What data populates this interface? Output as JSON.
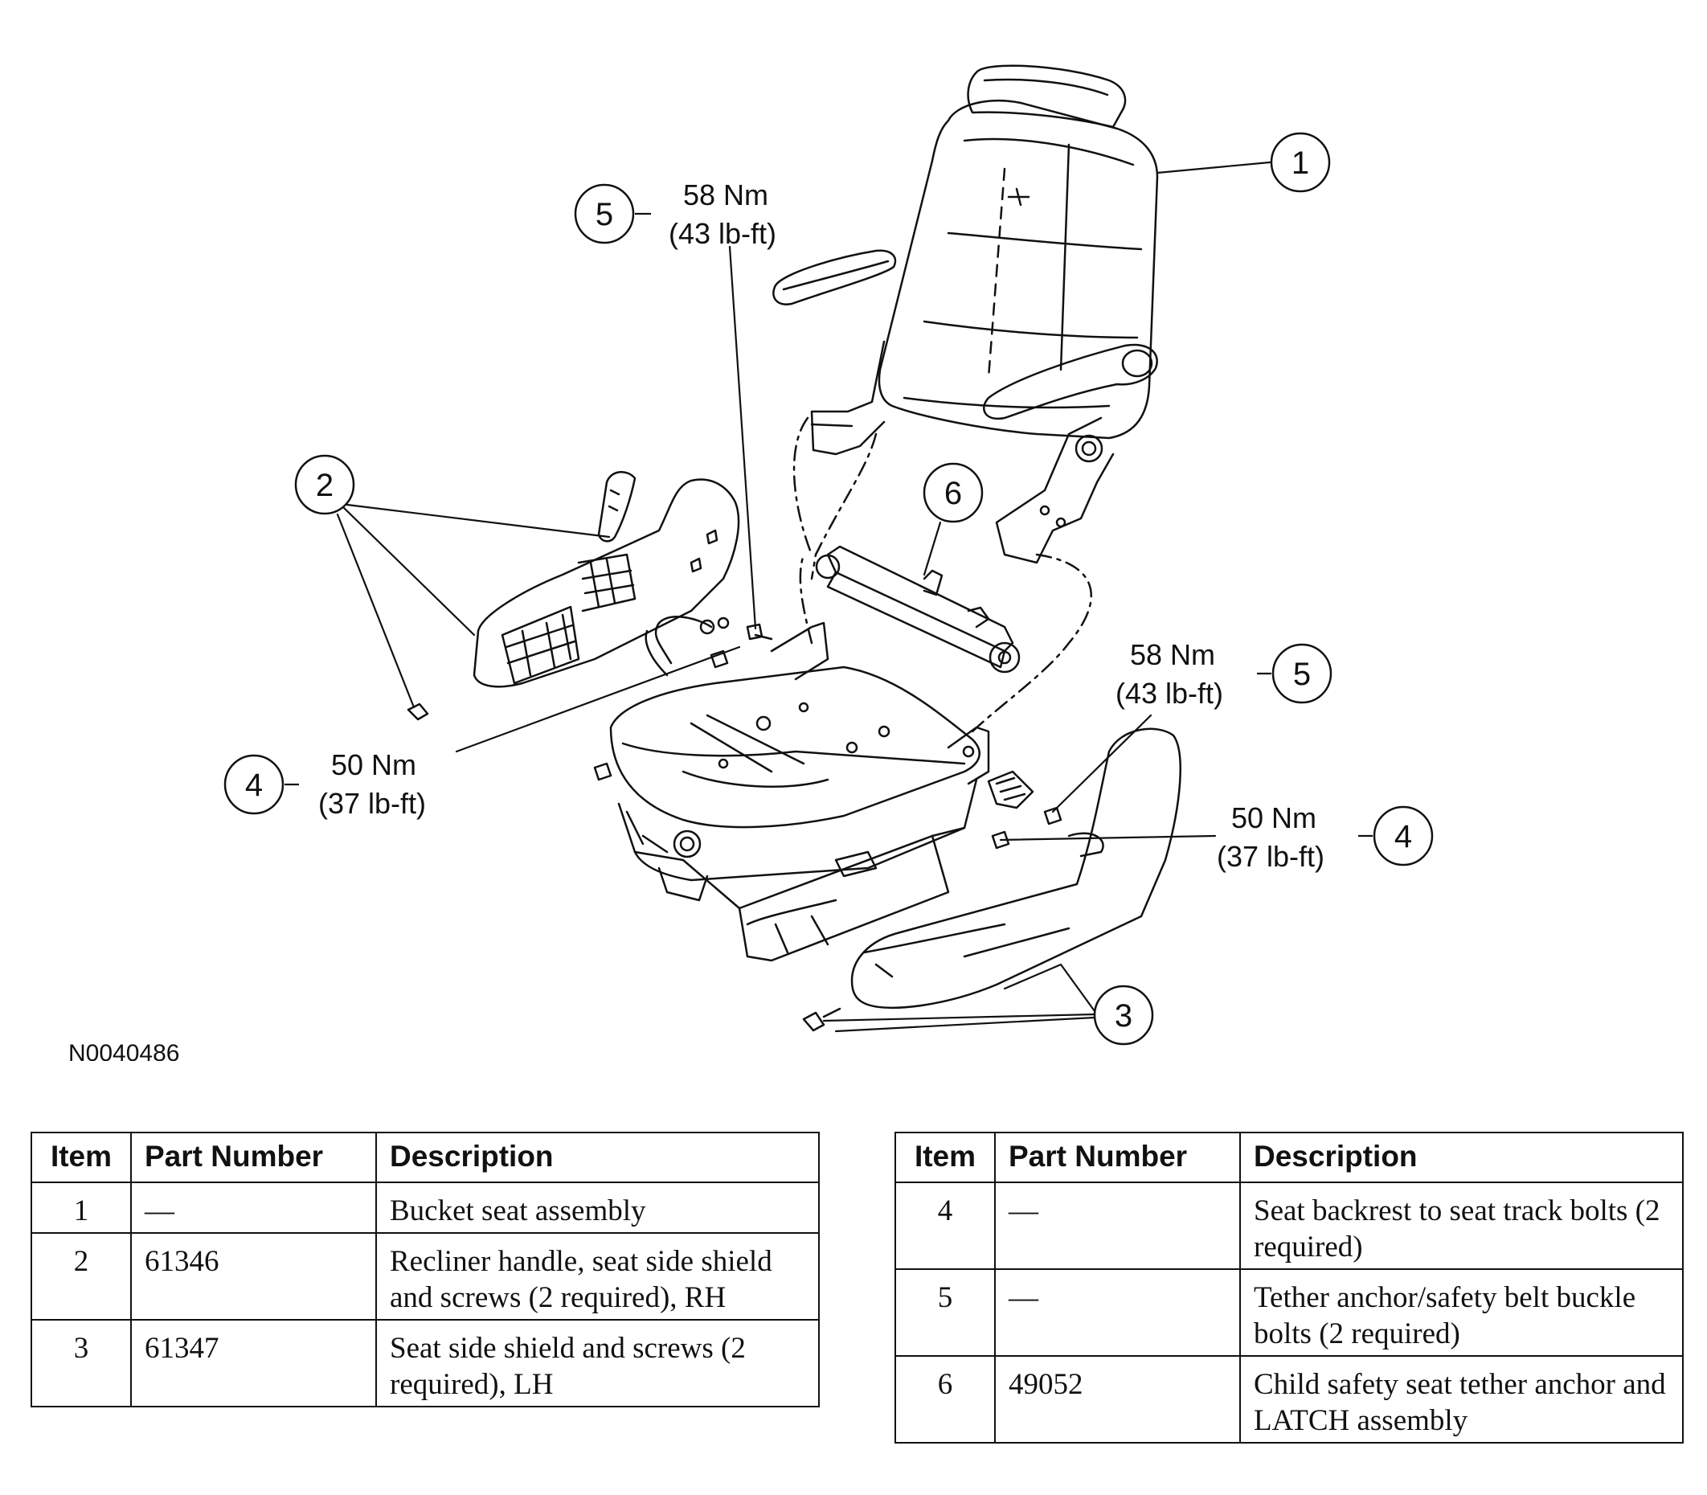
{
  "figure_id": "N0040486",
  "callouts": {
    "c1": {
      "num": "1"
    },
    "c2": {
      "num": "2"
    },
    "c3": {
      "num": "3"
    },
    "c4_left": {
      "num": "4",
      "torque_nm": "50 Nm",
      "torque_lbft": "(37 lb-ft)"
    },
    "c4_right": {
      "num": "4",
      "torque_nm": "50 Nm",
      "torque_lbft": "(37 lb-ft)"
    },
    "c5_top": {
      "num": "5",
      "torque_nm": "58 Nm",
      "torque_lbft": "(43 lb-ft)"
    },
    "c5_right": {
      "num": "5",
      "torque_nm": "58 Nm",
      "torque_lbft": "(43 lb-ft)"
    },
    "c6": {
      "num": "6"
    }
  },
  "table_left": {
    "headers": [
      "Item",
      "Part Number",
      "Description"
    ],
    "rows": [
      {
        "item": "1",
        "part": "—",
        "desc": "Bucket seat assembly"
      },
      {
        "item": "2",
        "part": "61346",
        "desc": "Recliner handle, seat side shield and screws (2 required), RH"
      },
      {
        "item": "3",
        "part": "61347",
        "desc": "Seat side shield and screws (2 required), LH"
      }
    ]
  },
  "table_right": {
    "headers": [
      "Item",
      "Part Number",
      "Description"
    ],
    "rows": [
      {
        "item": "4",
        "part": "—",
        "desc": "Seat backrest to seat track bolts (2 required)"
      },
      {
        "item": "5",
        "part": "—",
        "desc": "Tether anchor/safety belt buckle bolts (2 required)"
      },
      {
        "item": "6",
        "part": "49052",
        "desc": "Child safety seat tether anchor and LATCH assembly"
      }
    ]
  }
}
